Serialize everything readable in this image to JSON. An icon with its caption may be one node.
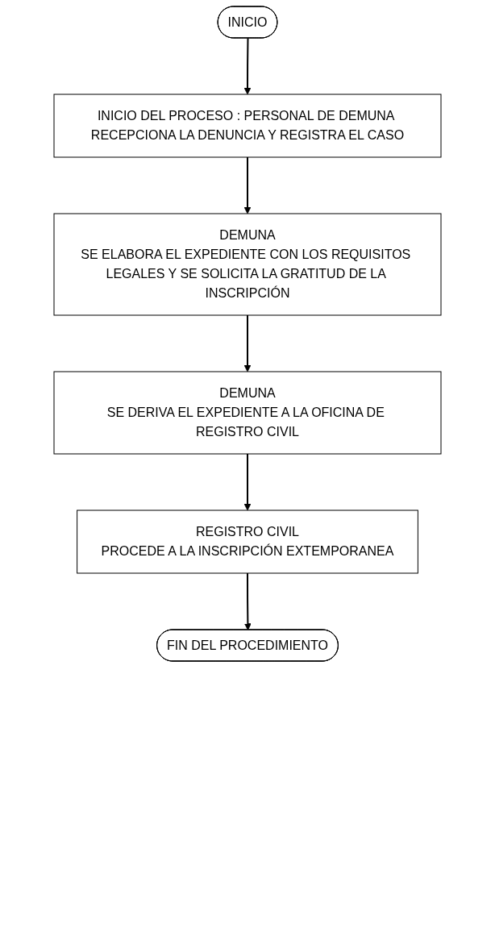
{
  "diagram": {
    "nodes": [
      {
        "text": [
          "INICIO"
        ]
      },
      {
        "text": [
          "INICIO DEL PROCESO : PERSONAL DE DEMUNA RECEPCIONA LA DENUNCIA Y REGISTRA EL CASO"
        ]
      },
      {
        "text": [
          "DEMUNA",
          "SE ELABORA EL EXPEDIENTE CON LOS REQUISITOS LEGALES Y SE SOLICITA LA GRATITUD DE LA INSCRIPCIÓN"
        ]
      },
      {
        "text": [
          "DEMUNA",
          "SE DERIVA EL EXPEDIENTE A LA OFICINA DE REGISTRO CIVIL"
        ]
      },
      {
        "text": [
          "REGISTRO CIVIL",
          "PROCEDE A LA INSCRIPCIÓN EXTEMPORANEA"
        ]
      },
      {
        "text": [
          "FIN DEL PROCEDIMIENTO"
        ]
      }
    ],
    "edges": [
      {
        "from": 0,
        "to": 1,
        "arrow": "to"
      },
      {
        "from": 1,
        "to": 2,
        "arrow": "to"
      },
      {
        "from": 2,
        "to": 3,
        "arrow": "to"
      },
      {
        "from": 3,
        "to": 4,
        "arrow": "to"
      },
      {
        "from": 4,
        "to": 5,
        "arrow": "to"
      }
    ]
  }
}
